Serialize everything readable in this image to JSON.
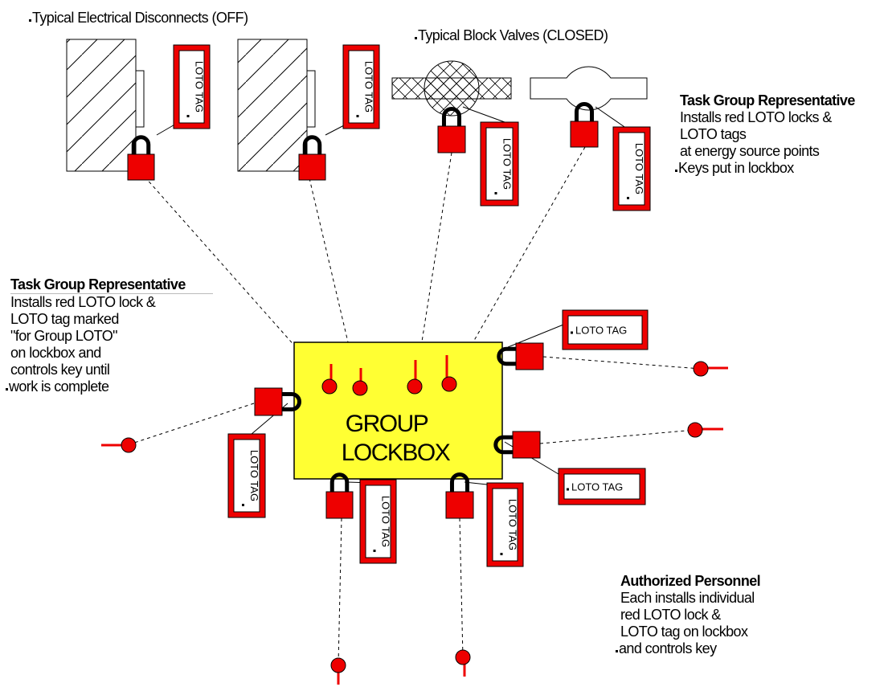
{
  "labels": {
    "disconnects": "Typical Electrical Disconnects (OFF)",
    "valves": "Typical Block Valves (CLOSED)"
  },
  "tag_text": "LOTO TAG",
  "lockbox": {
    "line1": "GROUP",
    "line2": "LOCKBOX"
  },
  "notes": {
    "top_rep": {
      "heading": "Task Group Representative",
      "lines": [
        "Installs red LOTO locks &",
        "LOTO tags",
        "at energy source points",
        "Keys put in lockbox"
      ]
    },
    "left_rep": {
      "heading": "Task Group Representative",
      "lines": [
        "Installs red LOTO lock &",
        "LOTO tag marked",
        "\"for Group LOTO\"",
        "on lockbox and",
        "controls key until",
        "work is complete"
      ]
    },
    "personnel": {
      "heading": "Authorized Personnel",
      "lines": [
        "Each installs individual",
        "red LOTO lock &",
        "LOTO tag on lockbox",
        "and controls key"
      ]
    }
  },
  "colors": {
    "lock_red": "#ee0000",
    "lockbox_yellow": "#ffff33",
    "stroke": "#000000"
  }
}
